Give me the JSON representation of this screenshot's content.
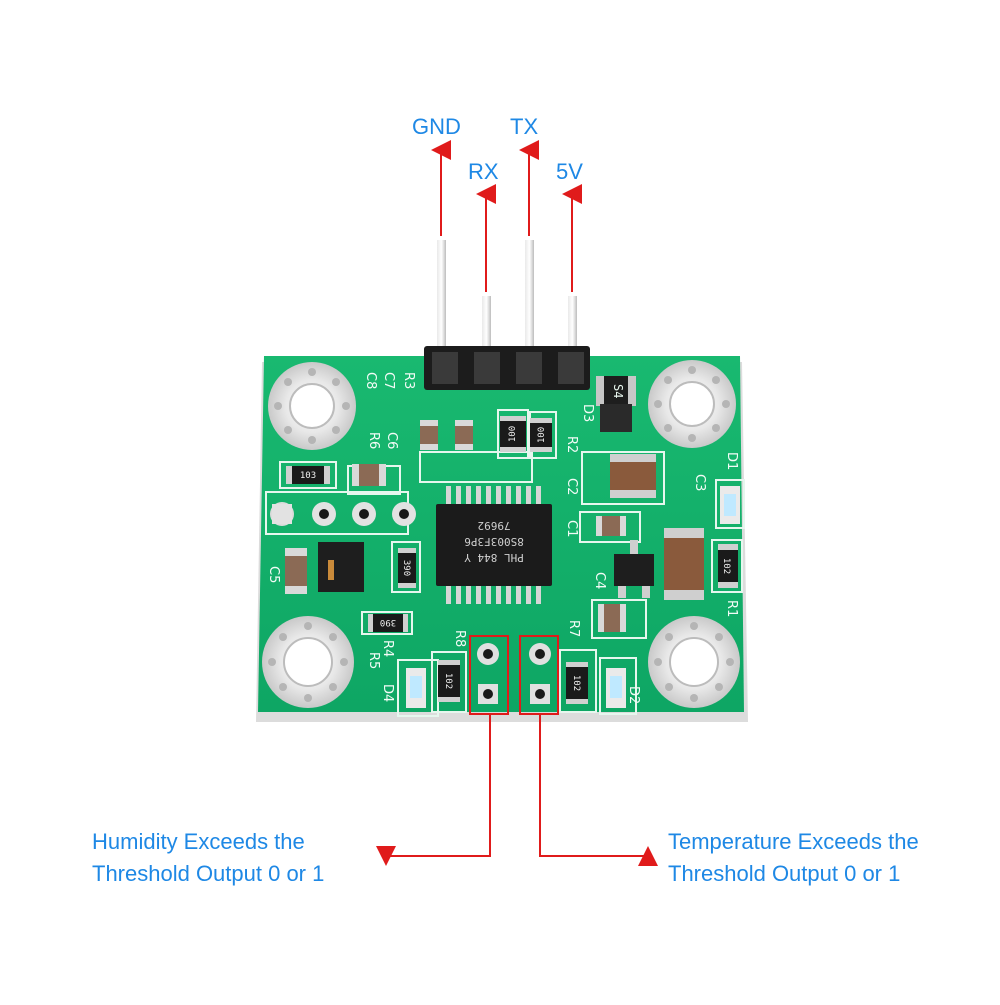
{
  "pins": {
    "gnd": "GND",
    "rx": "RX",
    "tx": "TX",
    "v5": "5V"
  },
  "outputs": {
    "humidity": [
      "Humidity Exceeds the",
      "Threshold Output 0 or 1"
    ],
    "temperature": [
      "Temperature Exceeds the",
      "Threshold Output 0 or 1"
    ]
  },
  "board": {
    "mcu_lines": [
      "PHL 844 Y",
      "8S003F3P6",
      "79692"
    ],
    "silk": {
      "r3": "R3",
      "c7": "C7",
      "c8": "C8",
      "c6": "C6",
      "r6": "R6",
      "d3": "D3",
      "r2": "R2",
      "c2": "C2",
      "c1": "C1",
      "c3": "C3",
      "d1": "D1",
      "r1": "R1",
      "c4": "C4",
      "c5": "C5",
      "r4": "R4",
      "r5": "R5",
      "d4": "D4",
      "r8": "R8",
      "r7": "R7",
      "d2": "D2",
      "s4": "S4"
    },
    "resistor_codes": {
      "r_a": "100",
      "r_b": "100",
      "r_c": "103",
      "r_d": "102",
      "r_e": "390",
      "r_f": "390",
      "r_g": "102",
      "r_h": "102"
    }
  },
  "colors": {
    "label": "#1e88e5",
    "arrow": "#e01b1b",
    "pcb": "#12b068"
  }
}
